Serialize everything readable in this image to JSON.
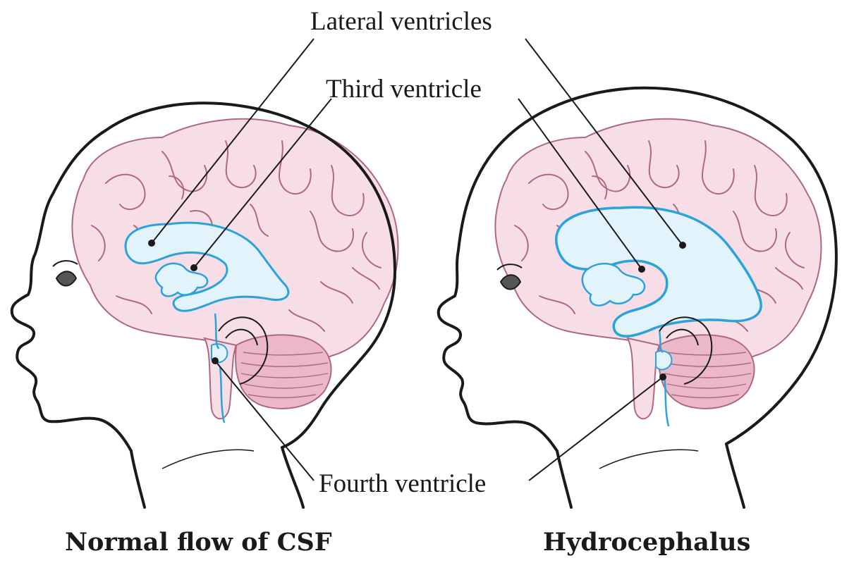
{
  "labels": {
    "lateral": "Lateral ventricles",
    "third": "Third ventricle",
    "fourth": "Fourth ventricle"
  },
  "captions": {
    "left": "Normal flow of CSF",
    "right": "Hydrocephalus"
  },
  "colors": {
    "outline": "#1a1a1a",
    "brain_fill": "#f6dde6",
    "brain_lines": "#b0687f",
    "cerebellum_fill": "#eab8c9",
    "ventricle_stroke": "#2aa3dd",
    "ventricle_fill": "#e3f3fb"
  }
}
